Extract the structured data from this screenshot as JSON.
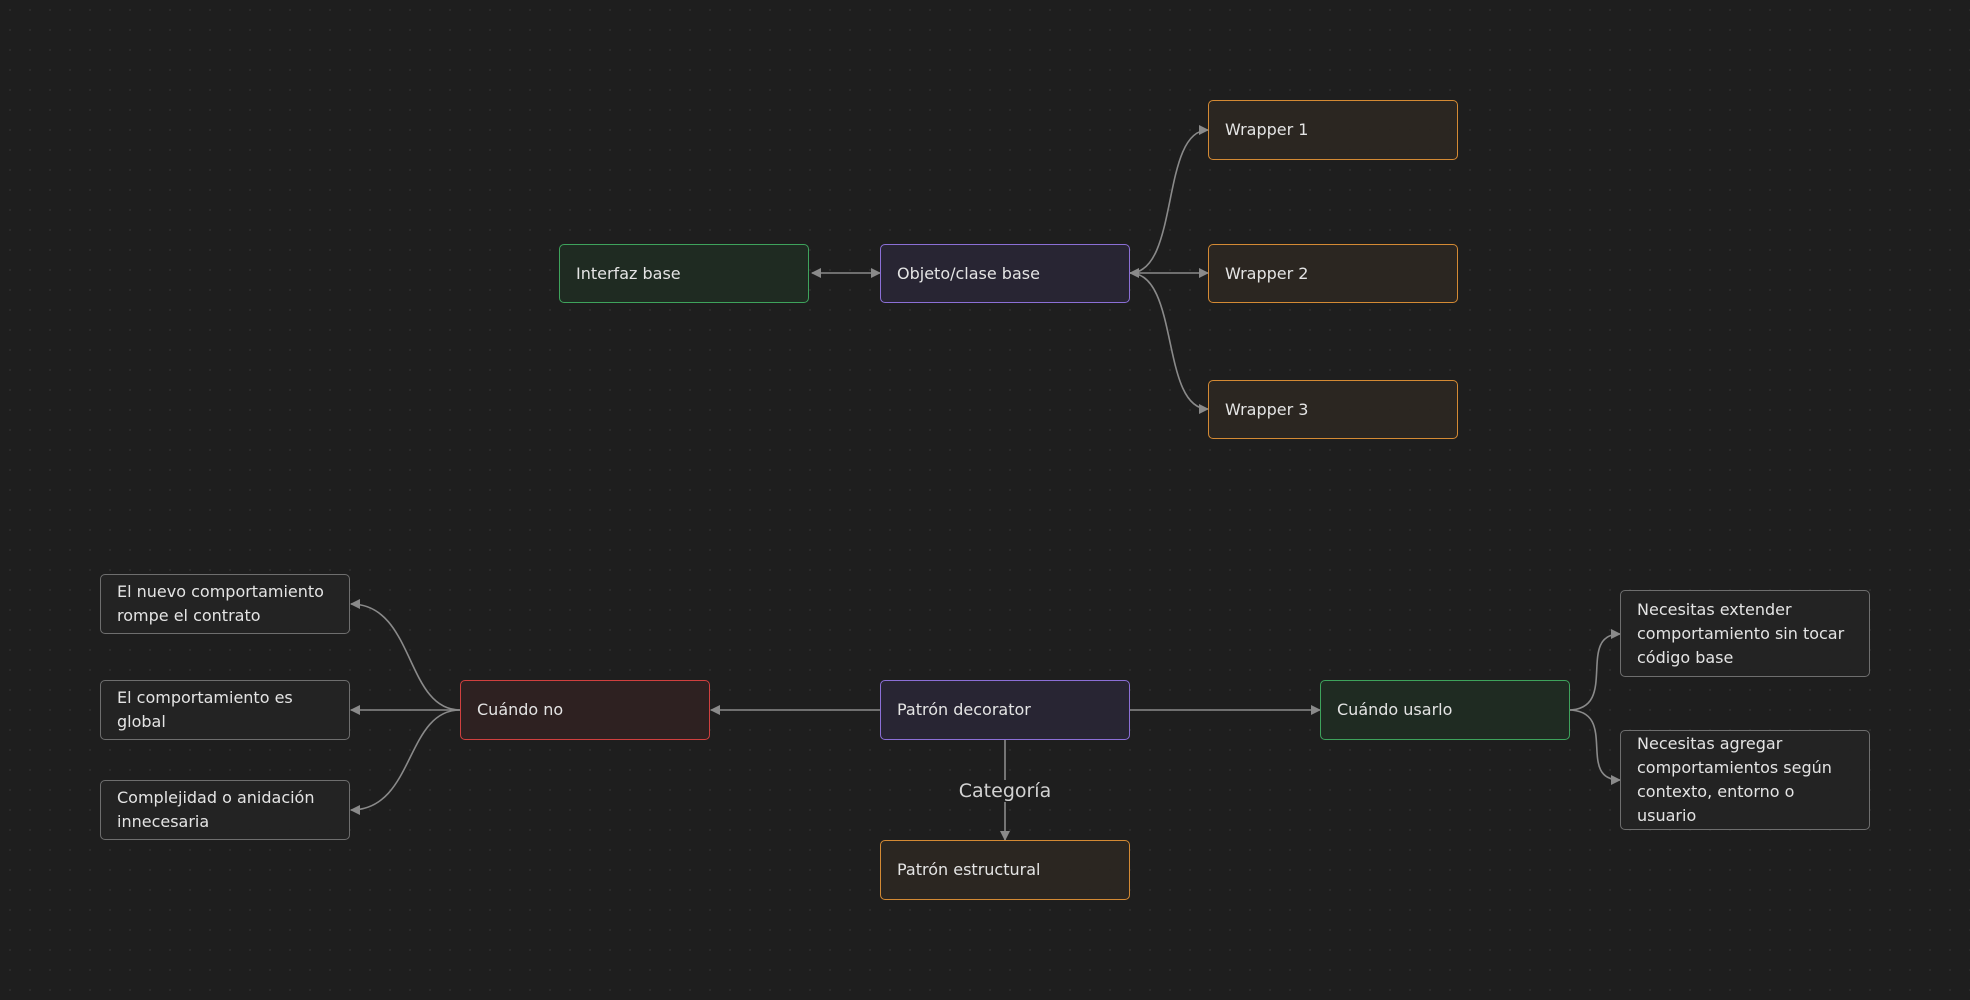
{
  "nodes": {
    "interfaz_base": "Interfaz base",
    "objeto_clase_base": "Objeto/clase base",
    "wrapper_1": "Wrapper 1",
    "wrapper_2": "Wrapper 2",
    "wrapper_3": "Wrapper 3",
    "rompe_contrato": "El nuevo comportamiento rompe el contrato",
    "comportamiento_global": "El comportamiento es global",
    "complejidad": "Complejidad o anidación innecesaria",
    "cuando_no": "Cuándo no",
    "patron_decorator": "Patrón decorator",
    "cuando_usarlo": "Cuándo usarlo",
    "extender_sin_tocar": "Necesitas extender comportamiento sin tocar código base",
    "agregar_segun_contexto": "Necesitas agregar comportamientos según contexto, entorno o usuario",
    "patron_estructural": "Patrón estructural"
  },
  "edge_labels": {
    "categoria": "Categoría"
  },
  "colors": {
    "background": "#1e1e1e",
    "green": "#3ea35c",
    "purple": "#8b6fd6",
    "orange": "#d48a34",
    "red": "#d0403f",
    "gray": "#6e6e6e",
    "edge": "#8a8a8a"
  }
}
